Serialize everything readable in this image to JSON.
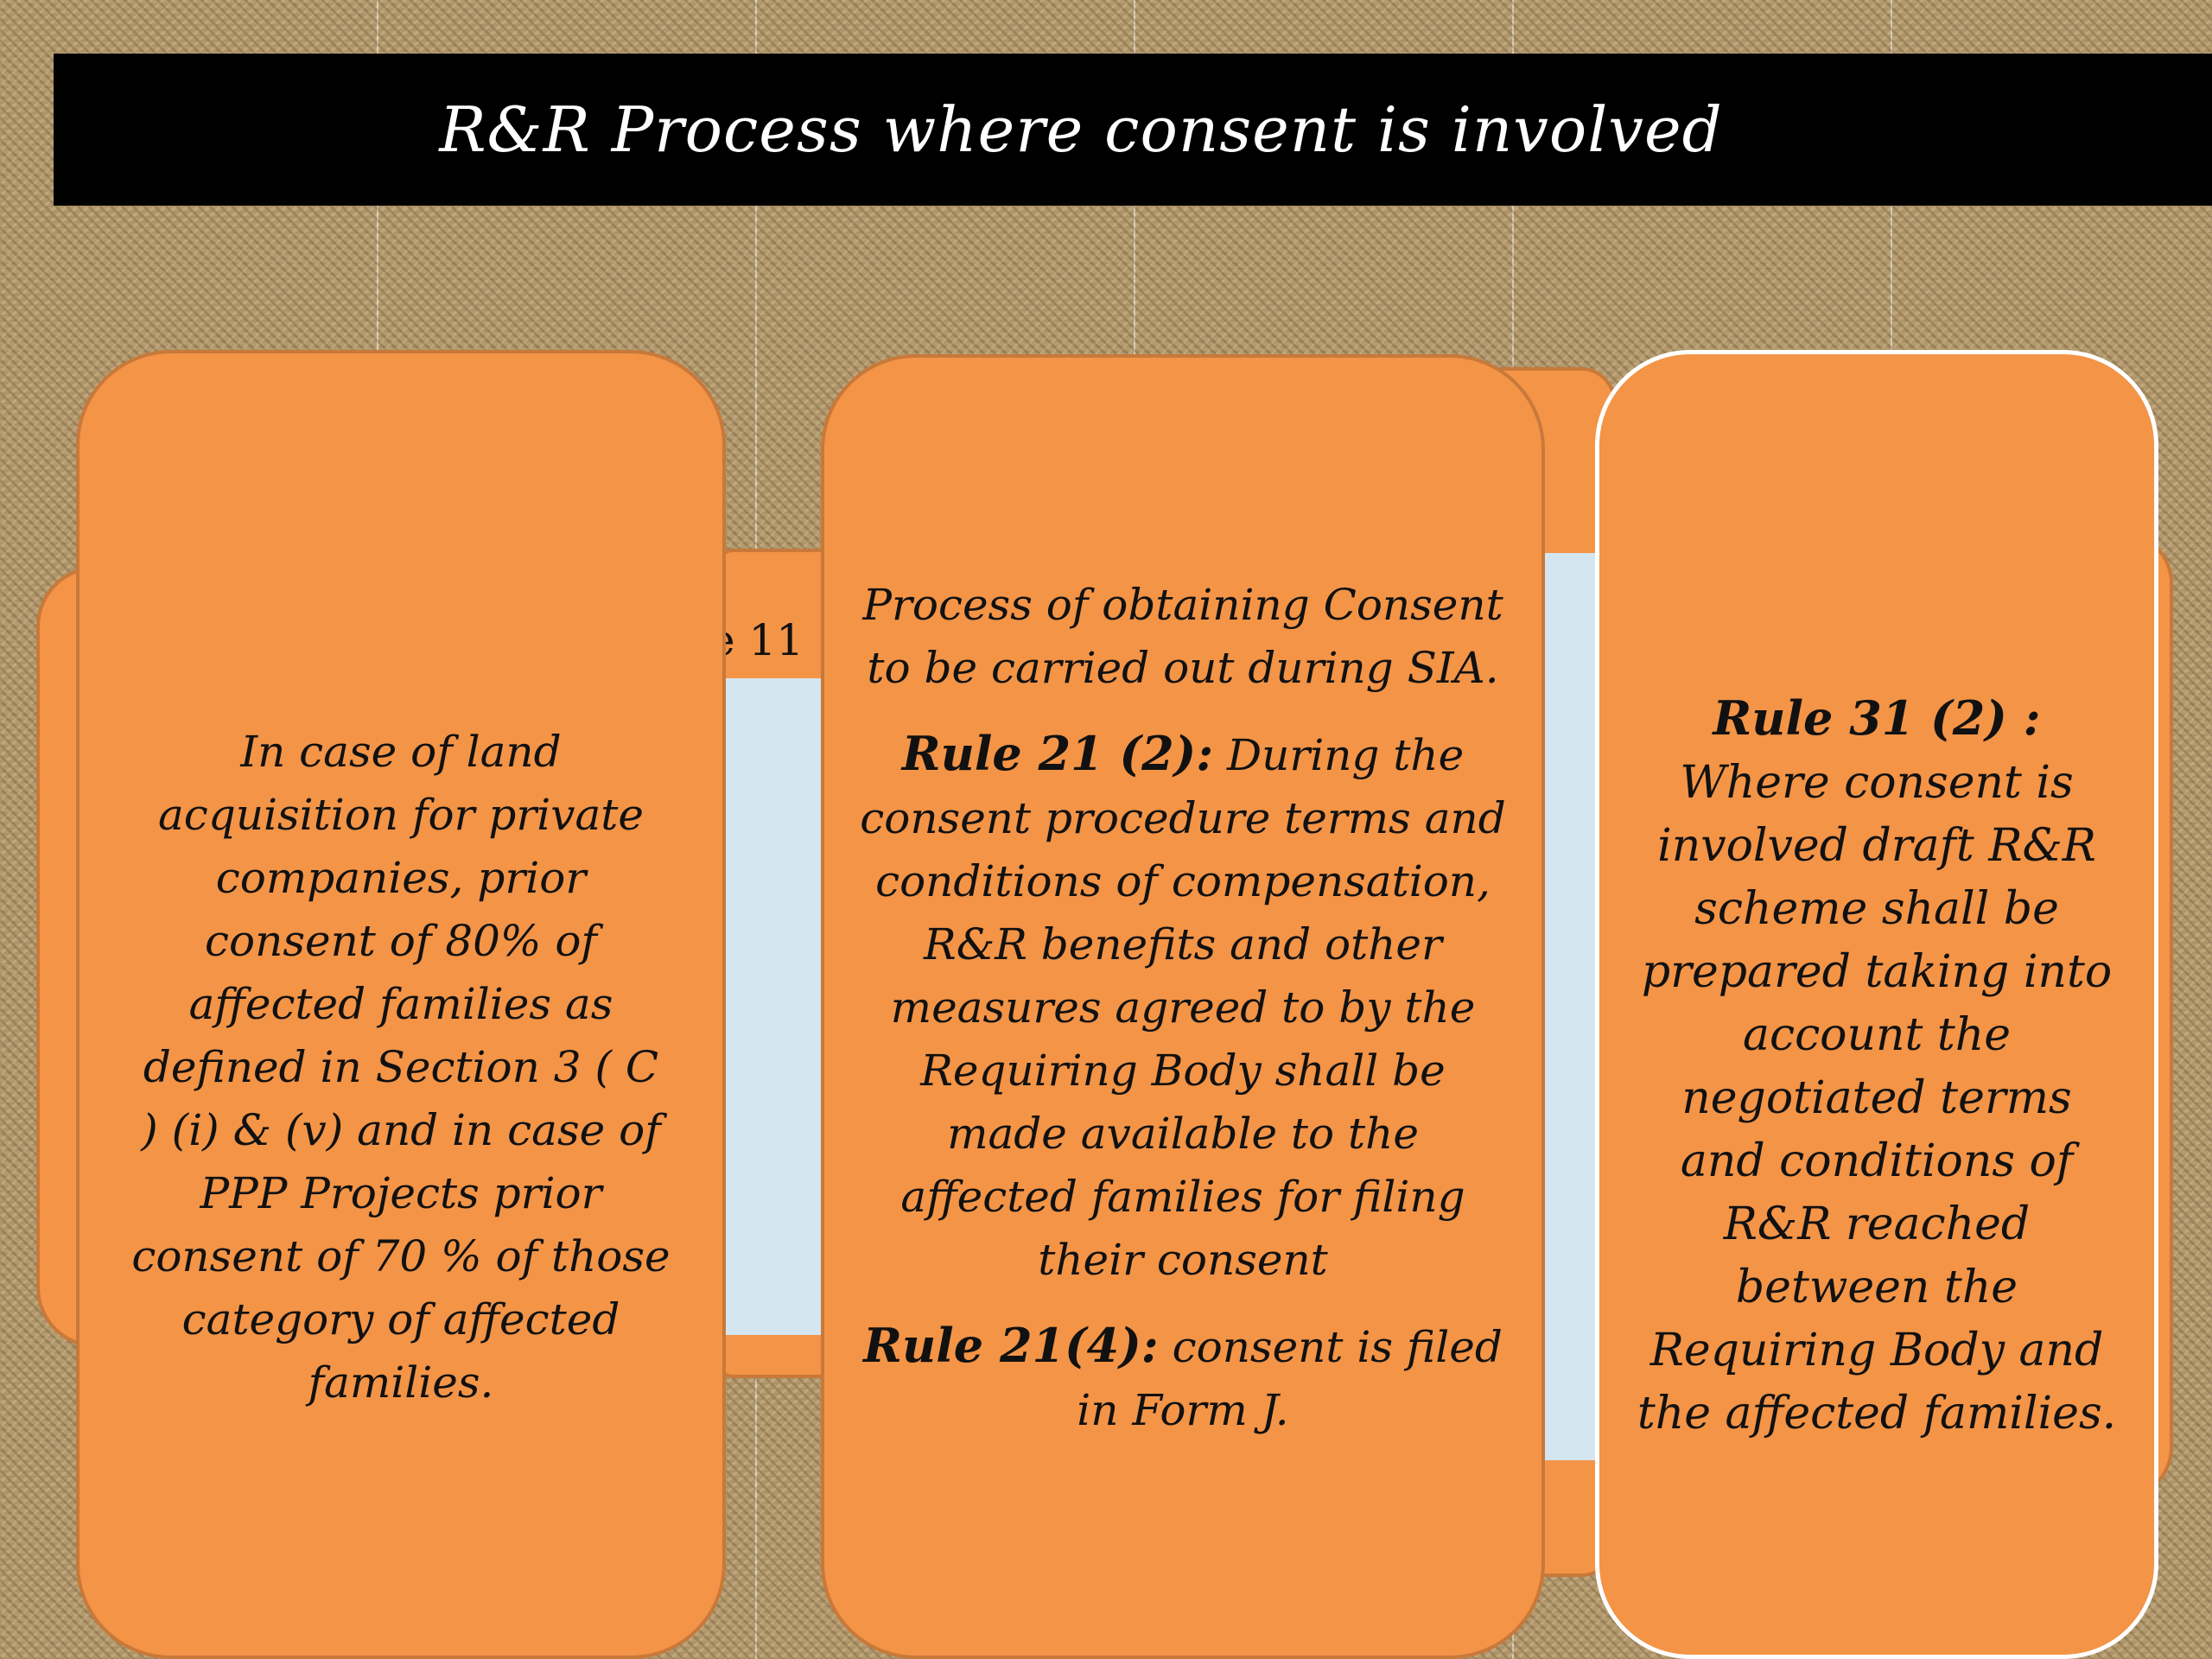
{
  "slide": {
    "title": "R&R Process where consent is involved"
  },
  "background_fragment": {
    "text": "le 11"
  },
  "cards": {
    "left": {
      "text": "In case of  land acquisition for private companies, prior consent of 80% of affected families as defined in Section 3 ( C ) (i) & (v) and in case of PPP Projects prior consent of 70 % of those category of affected families."
    },
    "middle": {
      "intro": "Process of obtaining Consent to be carried out during SIA.",
      "rule_a_label": "Rule 21 (2):",
      "rule_a_text": " During the consent procedure  terms and conditions of compensation, R&R benefits and other measures  agreed to by the Requiring Body shall be made available to the affected families   for filing their consent",
      "rule_b_label": "Rule 21(4):",
      "rule_b_text": " consent is filed in Form J."
    },
    "right": {
      "rule_label": "Rule 31 (2) :",
      "rule_text": " Where consent is involved draft R&R scheme shall be prepared taking into account the negotiated terms and conditions of R&R reached between the Requiring Body and the affected families."
    }
  },
  "colors": {
    "card_fill": "#f39447",
    "card_border": "#c8793a",
    "title_bar": "#000000",
    "title_text": "#ffffff",
    "light_blue": "#d4e6ef",
    "background": "#b49a6e"
  }
}
